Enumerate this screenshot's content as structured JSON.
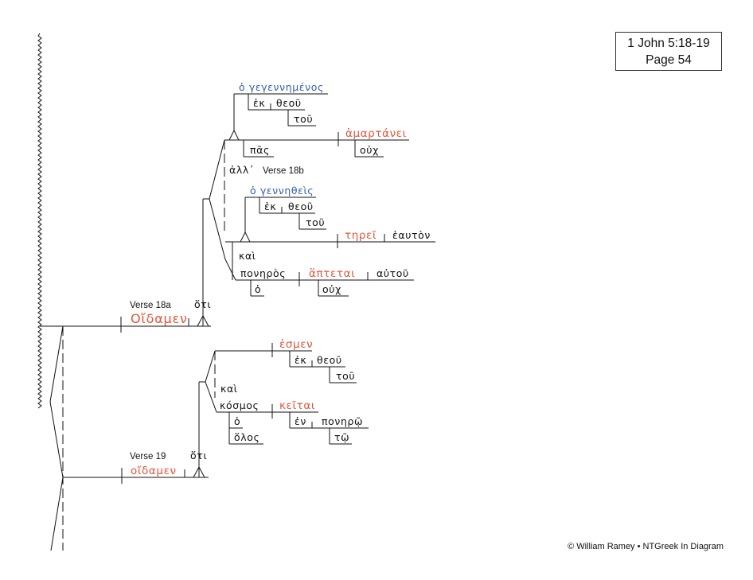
{
  "reference": {
    "line1": "1 John 5:18-19",
    "line2": "Page 54"
  },
  "copyright": "© William Ramey • NTGreek In Diagram",
  "verse_labels": {
    "v18a": "Verse 18a",
    "v18b": "Verse 18b",
    "v19": "Verse 19"
  },
  "words": {
    "oidamen_18": "Οἴδαμεν",
    "hoti_18": "ὅτι",
    "ho_gegennemenos": "ὁ γεγεννημένος",
    "ek_1": "ἐκ",
    "theou_1": "θεοῦ",
    "tou_1": "τοῦ",
    "pas": "πᾶς",
    "hamartanei": "ἁμαρτάνει",
    "ouch_1": "οὐχ",
    "all": "ἀλλ᾽",
    "ho_gennetheis": "ὁ γεννηθεὶς",
    "ek_2": "ἐκ",
    "theou_2": "θεοῦ",
    "tou_2": "τοῦ",
    "terei": "τηρεῖ",
    "heauton": "ἑαυτὸν",
    "kai_1": "καὶ",
    "poneros": "πονηρὸς",
    "ho_1": "ὁ",
    "haptetai": "ἅπτεται",
    "autou": "αὐτοῦ",
    "ouch_2": "οὐχ",
    "oidamen_19": "οἴδαμεν",
    "hoti_19": "ὅτι",
    "esmen": "ἐσμεν",
    "ek_3": "ἐκ",
    "theou_3": "θεοῦ",
    "tou_3": "τοῦ",
    "kai_2": "καὶ",
    "kosmos": "κόσμος",
    "keitai": "κεῖται",
    "ho_2": "ὁ",
    "holos": "ὅλος",
    "en": "ἐν",
    "ponero": "πονηρῷ",
    "to": "τῷ"
  },
  "colors": {
    "verb": "#e2553a",
    "participle": "#2f5fb0",
    "line": "#111111"
  }
}
